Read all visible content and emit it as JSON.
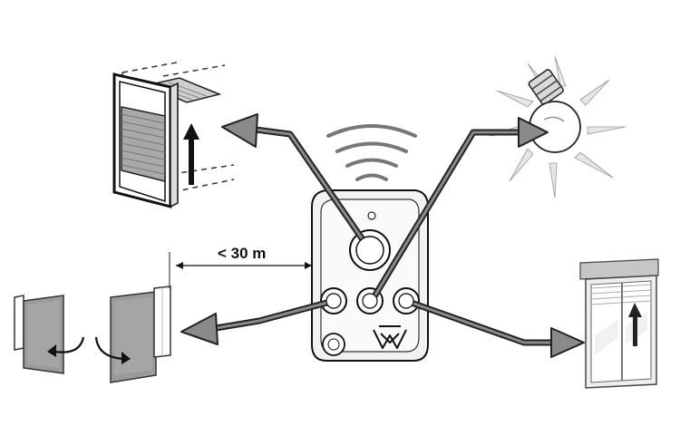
{
  "distance": {
    "label": "< 30 m"
  },
  "remote": {
    "logo": "W",
    "buttons": [
      "top-button",
      "button-1",
      "button-2",
      "button-3",
      "small-button"
    ]
  },
  "devices": [
    {
      "name": "rolling-garage-door",
      "icon": "garage-door-icon",
      "action": "open-up"
    },
    {
      "name": "light-bulb",
      "icon": "light-bulb-icon",
      "action": "switch-on"
    },
    {
      "name": "swing-gate",
      "icon": "gate-icon",
      "action": "open-swing"
    },
    {
      "name": "window-roller-shutter",
      "icon": "window-shutter-icon",
      "action": "raise"
    }
  ],
  "colors": {
    "line": "#111111",
    "arrow_fill": "#8a8a8a",
    "arrow_stroke": "#222222",
    "remote_body": "#f2f2f2",
    "gray_panel": "#9a9a9a",
    "light_gray": "#cfcfcf"
  }
}
